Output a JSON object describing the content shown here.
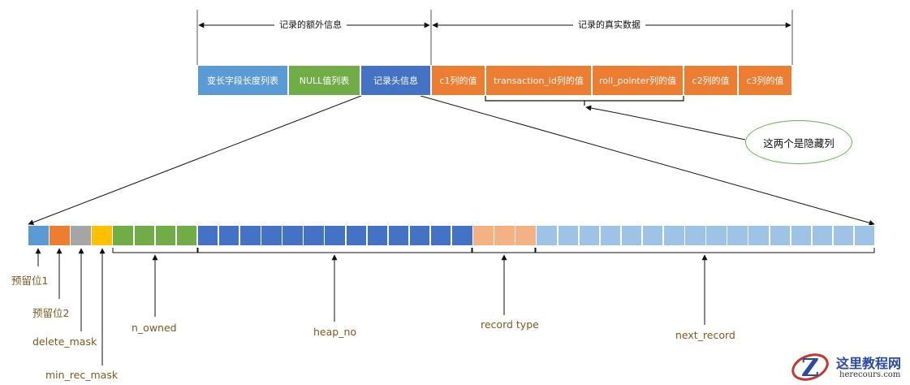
{
  "header": {
    "extra_info": "记录的额外信息",
    "real_data": "记录的真实数据"
  },
  "segments": [
    {
      "label": "变长字段长度列表",
      "color": "#5b9bd5"
    },
    {
      "label": "NULL值列表",
      "color": "#70ad47"
    },
    {
      "label": "记录头信息",
      "color": "#4472c4"
    },
    {
      "label": "c1列的值",
      "color": "#ed7d31"
    },
    {
      "label": "transaction_id列的值",
      "color": "#ed7d31"
    },
    {
      "label": "roll_pointer列的值",
      "color": "#ed7d31"
    },
    {
      "label": "c2列的值",
      "color": "#ed7d31"
    },
    {
      "label": "c3列的值",
      "color": "#ed7d31"
    }
  ],
  "callout": "这两个是隐藏列",
  "bit_fields": [
    {
      "label": "预留位1",
      "bits": 1,
      "color": "#5b9bd5"
    },
    {
      "label": "预留位2",
      "bits": 1,
      "color": "#ed7d31"
    },
    {
      "label": "delete_mask",
      "bits": 1,
      "color": "#a5a5a5"
    },
    {
      "label": "min_rec_mask",
      "bits": 1,
      "color": "#ffc000"
    },
    {
      "label": "n_owned",
      "bits": 4,
      "color": "#70ad47"
    },
    {
      "label": "heap_no",
      "bits": 13,
      "color": "#4472c4"
    },
    {
      "label": "record type",
      "bits": 3,
      "color": "#f4b183"
    },
    {
      "label": "next_record",
      "bits": 16,
      "color": "#9dc3e6"
    }
  ],
  "logo": {
    "title": "这里教程网",
    "domain": "herecours.com"
  }
}
